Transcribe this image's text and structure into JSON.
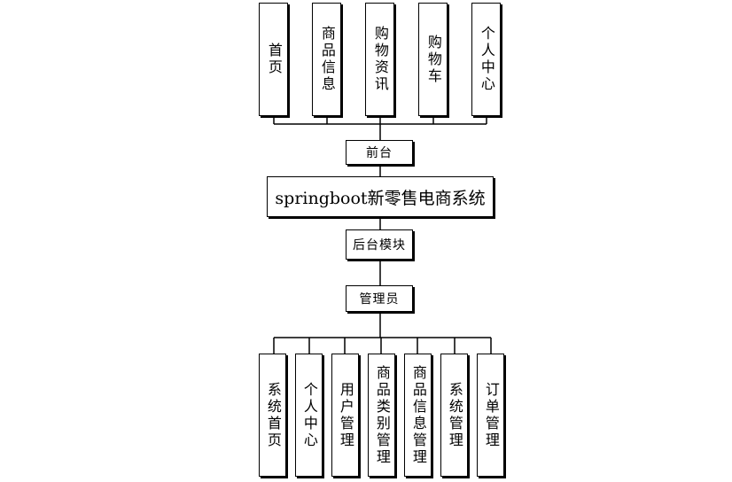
{
  "frontend": {
    "modules": [
      "首页",
      "商品信息",
      "购物资讯",
      "购物车",
      "个人中心"
    ],
    "label": "前台"
  },
  "system": {
    "title": "springboot新零售电商系统"
  },
  "backend": {
    "label": "后台模块",
    "role": "管理员",
    "modules": [
      "系统首页",
      "个人中心",
      "用户管理",
      "商品类别管理",
      "商品信息管理",
      "系统管理",
      "订单管理"
    ]
  }
}
